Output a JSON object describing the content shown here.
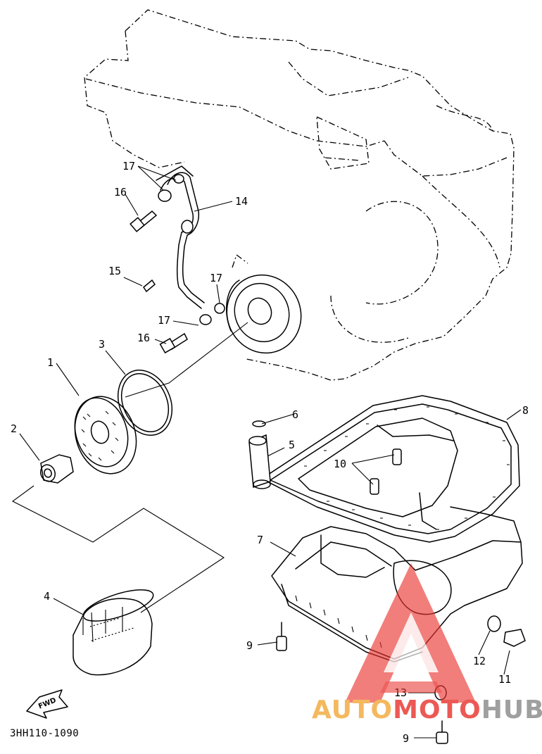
{
  "diagram": {
    "code": "3HH110-1090",
    "forward_label": "FWD",
    "callouts": [
      {
        "id": "c1",
        "label": "1"
      },
      {
        "id": "c2",
        "label": "2"
      },
      {
        "id": "c3",
        "label": "3"
      },
      {
        "id": "c4",
        "label": "4"
      },
      {
        "id": "c5",
        "label": "5"
      },
      {
        "id": "c6",
        "label": "6"
      },
      {
        "id": "c7",
        "label": "7"
      },
      {
        "id": "c8",
        "label": "8"
      },
      {
        "id": "c9a",
        "label": "9"
      },
      {
        "id": "c9b",
        "label": "9"
      },
      {
        "id": "c10",
        "label": "10"
      },
      {
        "id": "c11",
        "label": "11"
      },
      {
        "id": "c12",
        "label": "12"
      },
      {
        "id": "c13",
        "label": "13"
      },
      {
        "id": "c14",
        "label": "14"
      },
      {
        "id": "c15",
        "label": "15"
      },
      {
        "id": "c16a",
        "label": "16"
      },
      {
        "id": "c16b",
        "label": "16"
      },
      {
        "id": "c17a",
        "label": "17"
      },
      {
        "id": "c17b",
        "label": "17"
      },
      {
        "id": "c17c",
        "label": "17"
      }
    ]
  },
  "watermark": {
    "part1": "AUTO",
    "part2": "MOTO",
    "part3": "HUB",
    "colors": {
      "orange": "#f2a93b",
      "red": "#e8352f",
      "grey": "#8a8a8a"
    }
  }
}
